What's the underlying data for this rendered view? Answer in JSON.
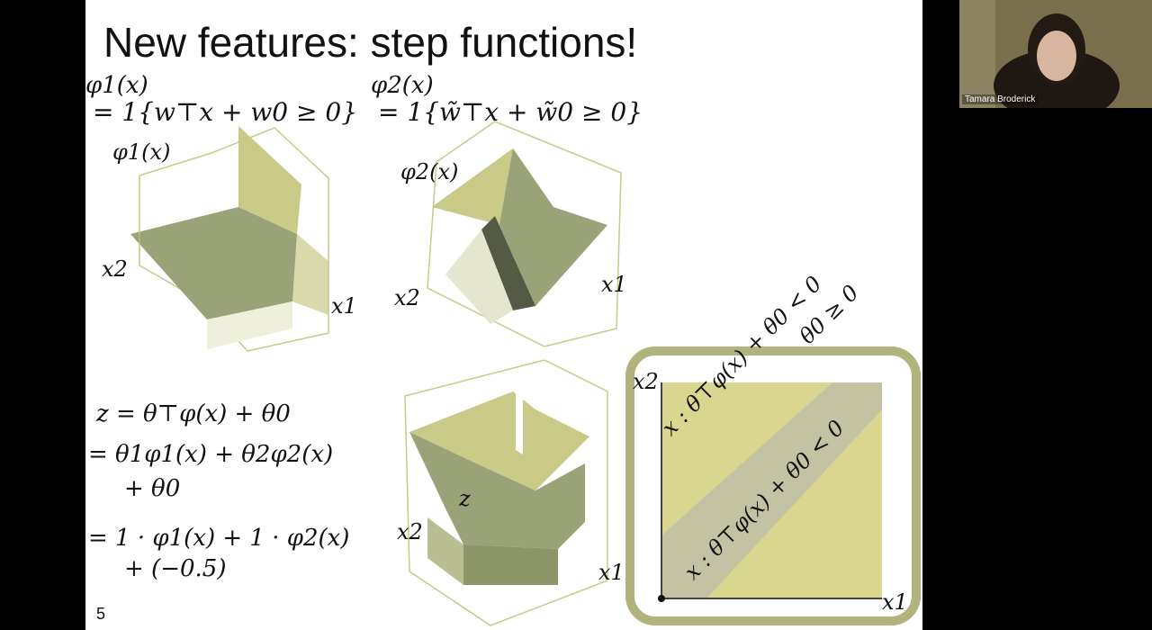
{
  "slide": {
    "title": "New features: step functions!",
    "page_number": "5",
    "feature1": {
      "label": "φ1(x)",
      "definition": "= 1{w⊤x + w0 ≥ 0}",
      "axis_z": "φ1(x)",
      "axis_x2": "x2",
      "axis_x1": "x1"
    },
    "feature2": {
      "label": "φ2(x)",
      "definition": "= 1{w̃⊤x + w̃0 ≥ 0}",
      "axis_z": "φ2(x)",
      "axis_x2": "x2",
      "axis_x1": "x1"
    },
    "equations": {
      "line1": "z = θ⊤φ(x) + θ0",
      "line2": "= θ1φ1(x) + θ2φ2(x)",
      "line3": "+ θ0",
      "line4": "= 1 · φ1(x) + 1 · φ2(x)",
      "line5": "+ (−0.5)"
    },
    "combined_plot": {
      "axis_z": "z",
      "axis_x2": "x2",
      "axis_x1": "x1"
    },
    "region_plot": {
      "axis_x2": "x2",
      "axis_x1": "x1",
      "region_upper": "x : θ⊤φ(x) + θ0 < 0",
      "region_band": "x : θ⊤φ(x) + θ0 < 0",
      "boundary_label": "θ0 ≥ 0"
    }
  },
  "video": {
    "participant_name": "Tamara Broderick"
  },
  "colors": {
    "surface": "#9aa278",
    "surface_light": "#c9c988",
    "region": "#d9d690",
    "frame": "#b2b37c"
  }
}
